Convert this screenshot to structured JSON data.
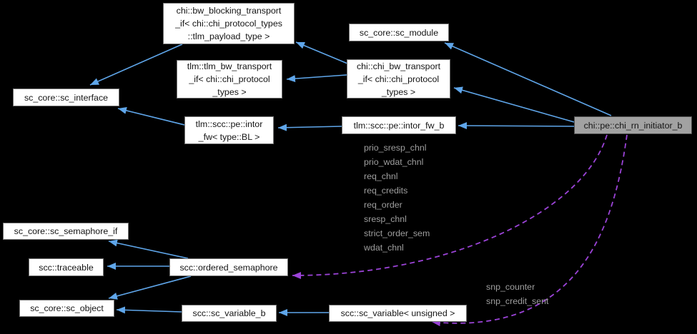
{
  "colors": {
    "background": "#000000",
    "node_fill": "#ffffff",
    "node_border": "#747474",
    "node_text": "#141414",
    "highlight_fill": "#a2a2a2",
    "highlight_border": "#4e4e4e",
    "inheritance_arrow": "#5fa6ea",
    "usage_arrow": "#9b43d7",
    "edge_label_text": "#9e9e9e"
  },
  "nodes": {
    "bw_blocking_transport_if": {
      "label": "chi::bw_blocking_transport\n_if< chi::chi_protocol_types\n::tlm_payload_type >"
    },
    "sc_module": {
      "label": "sc_core::sc_module"
    },
    "tlm_bw_transport_if": {
      "label": "tlm::tlm_bw_transport\n_if< chi::chi_protocol\n_types >"
    },
    "chi_bw_transport_if": {
      "label": "chi::chi_bw_transport\n_if< chi::chi_protocol\n_types >"
    },
    "sc_interface": {
      "label": "sc_core::sc_interface"
    },
    "intor_fw": {
      "label": "tlm::scc::pe::intor\n_fw< type::BL >"
    },
    "intor_fw_b": {
      "label": "tlm::scc::pe::intor_fw_b"
    },
    "chi_rn_initiator_b": {
      "label": "chi::pe::chi_rn_initiator_b"
    },
    "sc_semaphore_if": {
      "label": "sc_core::sc_semaphore_if"
    },
    "traceable": {
      "label": "scc::traceable"
    },
    "ordered_semaphore": {
      "label": "scc::ordered_semaphore"
    },
    "sc_object": {
      "label": "sc_core::sc_object"
    },
    "sc_variable_b": {
      "label": "scc::sc_variable_b"
    },
    "sc_variable_unsigned": {
      "label": "scc::sc_variable< unsigned >"
    }
  },
  "edge_labels": {
    "ordered_semaphore_members": [
      "prio_sresp_chnl",
      "prio_wdat_chnl",
      "req_chnl",
      "req_credits",
      "req_order",
      "sresp_chnl",
      "strict_order_sem",
      "wdat_chnl"
    ],
    "sc_variable_members": [
      "snp_counter",
      "snp_credit_sent"
    ]
  }
}
